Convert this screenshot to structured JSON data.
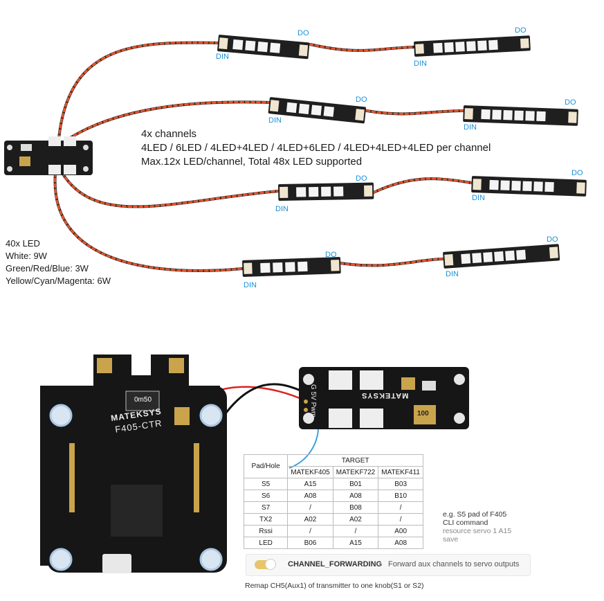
{
  "info_text": {
    "line1": "4x channels",
    "line2": "4LED / 6LED / 4LED+4LED / 4LED+6LED / 4LED+4LED+4LED per channel",
    "line3": "Max.12x LED/channel,  Total 48x LED supported"
  },
  "led_spec": {
    "line1": "40x LED",
    "line2": "White: 9W",
    "line3": "Green/Red/Blue: 3W",
    "line4": "Yellow/Cyan/Magenta: 6W"
  },
  "pin_labels": {
    "din": "DIN",
    "do": "DO"
  },
  "fc_board": {
    "brand": "MATEKSYS",
    "model": "F405-CTR",
    "plus": "+",
    "cap": "0m50"
  },
  "led_board": {
    "brand": "MATEKSYS",
    "pads": "G 5V Pwm",
    "chip": "100"
  },
  "target_table": {
    "corner": "Pad/Hole",
    "header": "TARGET",
    "columns": [
      "MATEKF405",
      "MATEKF722",
      "MATEKF411"
    ],
    "rows": [
      {
        "pad": "S5",
        "values": [
          "A15",
          "B01",
          "B03"
        ]
      },
      {
        "pad": "S6",
        "values": [
          "A08",
          "A08",
          "B10"
        ]
      },
      {
        "pad": "S7",
        "values": [
          "/",
          "B08",
          "/"
        ]
      },
      {
        "pad": "TX2",
        "values": [
          "A02",
          "A02",
          "/"
        ]
      },
      {
        "pad": "Rssi",
        "values": [
          "/",
          "/",
          "A00"
        ]
      },
      {
        "pad": "LED",
        "values": [
          "B06",
          "A15",
          "A08"
        ]
      }
    ]
  },
  "cli_note": {
    "line1": "e.g. S5 pad of F405",
    "line2": "CLI command",
    "line3": "resource servo 1 A15",
    "line4": "save"
  },
  "feature_toggle": {
    "name": "CHANNEL_FORWARDING",
    "description": "Forward aux channels to servo outputs",
    "enabled": true
  },
  "remap_caption": "Remap CH5(Aux1) of transmitter to one knob(S1 or S2)"
}
